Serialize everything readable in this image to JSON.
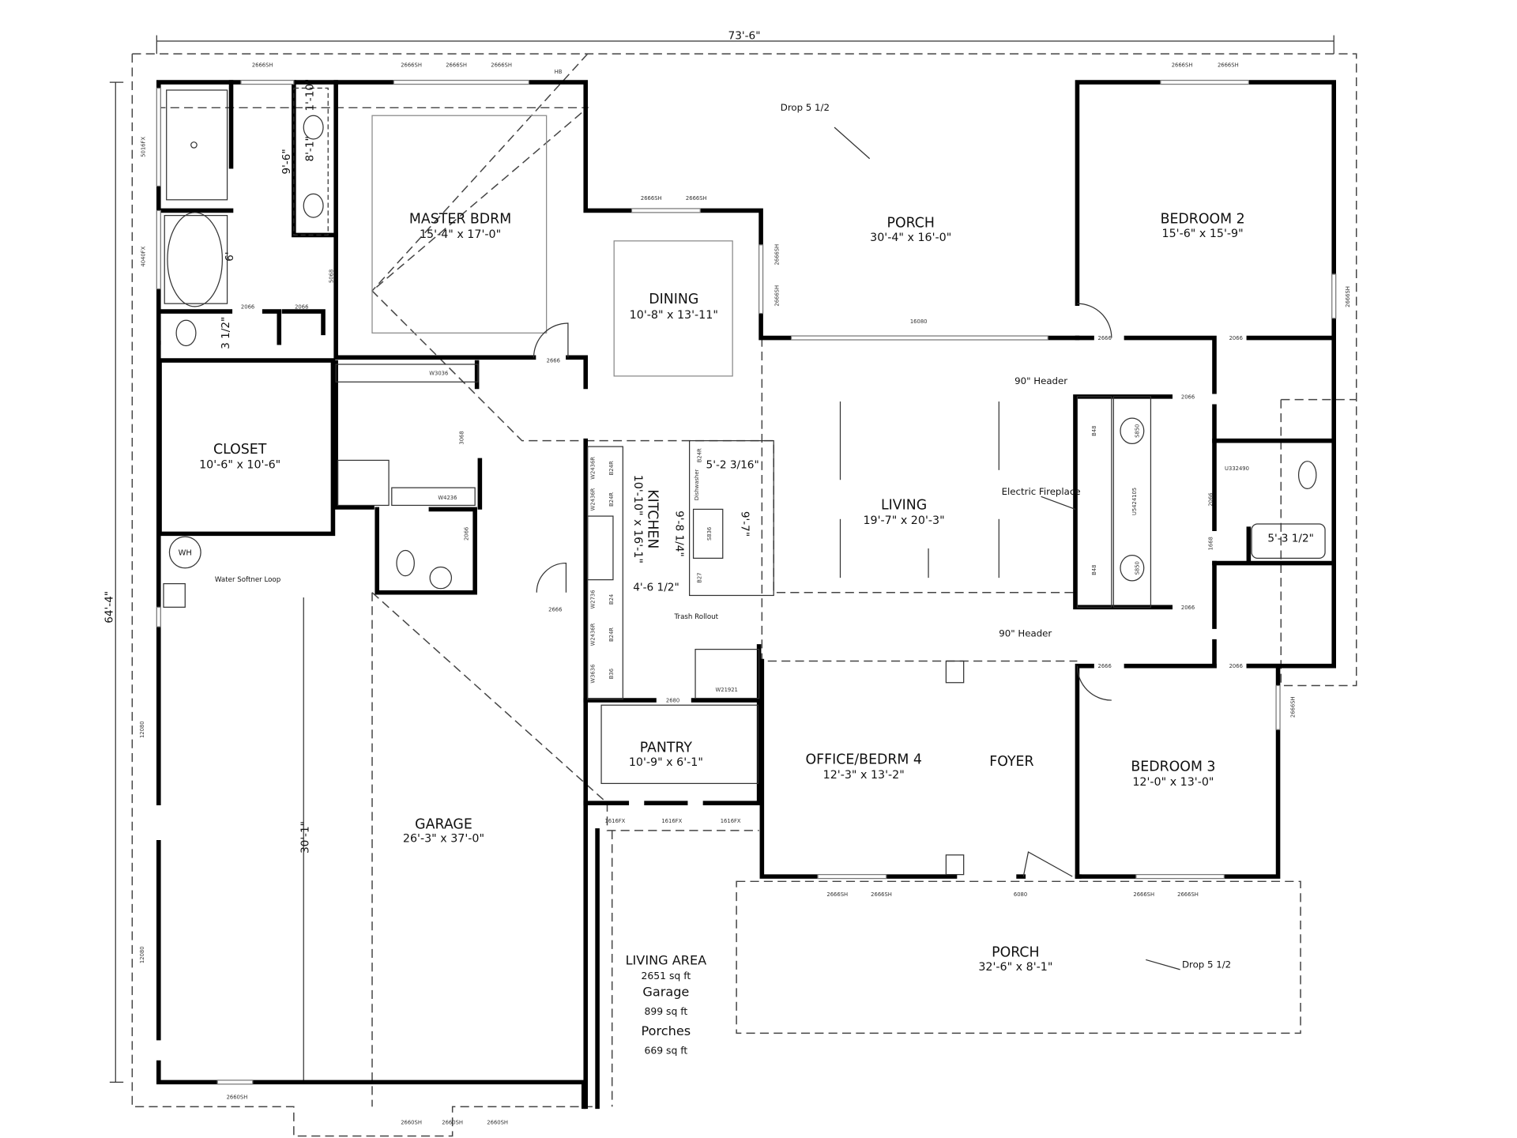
{
  "dimensions": {
    "overall_width": "73'-6\"",
    "overall_depth": "64'-4\"",
    "garage_depth": "30'-1\"",
    "vanity_sink_1": "1'-10\"",
    "vanity_sink_2": "8'-1\"",
    "vanity_total": "9'-6\"",
    "tub_length": "6'",
    "toilet_clearance": "3 1/2\"",
    "island_width": "5'-2 3/16\"",
    "island_length": "9'-8 1/4\"",
    "island_length_2": "9'-7\"",
    "kitchen_aisle": "4'-6 1/2\"",
    "hall_tub": "5'-3 1/2\""
  },
  "rooms": [
    {
      "name": "MASTER BDRM",
      "size": "15'-4\" x 17'-0\""
    },
    {
      "name": "PORCH",
      "size": "30'-4\" x 16'-0\""
    },
    {
      "name": "BEDROOM 2",
      "size": "15'-6\" x 15'-9\""
    },
    {
      "name": "DINING",
      "size": "10'-8\" x 13'-11\""
    },
    {
      "name": "CLOSET",
      "size": "10'-6\" x 10'-6\""
    },
    {
      "name": "KITCHEN",
      "size": "10'-10\" x 16'-1\""
    },
    {
      "name": "LIVING",
      "size": "19'-7\" x 20'-3\""
    },
    {
      "name": "PANTRY",
      "size": "10'-9\" x 6'-1\""
    },
    {
      "name": "OFFICE/BEDRM 4",
      "size": "12'-3\" x 13'-2\""
    },
    {
      "name": "FOYER"
    },
    {
      "name": "BEDROOM 3",
      "size": "12'-0\" x 13'-0\""
    },
    {
      "name": "GARAGE",
      "size": "26'-3\" x 37'-0\""
    },
    {
      "name": "PORCH",
      "size": "32'-6\" x 8'-1\""
    }
  ],
  "notes": {
    "drop_rear": "Drop 5 1/2",
    "drop_front": "Drop 5 1/2",
    "header_upper": "90\" Header",
    "header_lower": "90\" Header",
    "fireplace": "Electric Fireplace",
    "trash": "Trash Rollout",
    "softener": "Water Softner Loop",
    "water_heater": "WH",
    "dishwasher": "Dishwasher",
    "hose_bib": "HB"
  },
  "windows": {
    "bath_top": "2666SH",
    "master_1": "2666SH",
    "master_2": "2666SH",
    "master_3": "2666SH",
    "bed2_1": "2666SH",
    "bed2_2": "2666SH",
    "dining_1": "2666SH",
    "dining_2": "2666SH",
    "dining_side_1": "2666SH",
    "dining_side_2": "2666SH",
    "bed2_side": "2666SH",
    "bed3_side": "2666SH",
    "front_1": "2666SH",
    "front_2": "2666SH",
    "front_3": "2666SH",
    "front_4": "2666SH",
    "porch_slider": "16080",
    "front_door": "6080",
    "pantry_1": "1616FX",
    "pantry_2": "1616FX",
    "pantry_3": "1616FX",
    "garage_door_1": "12080",
    "garage_door_2": "12080",
    "garage_side": "2660SH",
    "garage_rear_1": "2660SH",
    "garage_rear_2": "2660SH",
    "garage_rear_3": "2660SH",
    "shower": "5016FX",
    "tub": "4040FX"
  },
  "doors": {
    "wc": "2066",
    "closet": "2066",
    "bath_entry": "5068",
    "master": "2666",
    "laundry": "3068",
    "half_bath": "2066",
    "garage_entry": "2666",
    "pantry": "2680",
    "bed2": "2666",
    "bed2_closet": "2066",
    "hall_bath_1": "2066",
    "hall_bath_2": "2066",
    "hall_bath_3": "2066",
    "bed3": "2666",
    "bed3_closet": "2066",
    "linen": "1668"
  },
  "cabinets": {
    "k1": "W2436R",
    "k2": "B24R",
    "k3": "W2436R",
    "k4": "B24R",
    "k5": "W2736",
    "k6": "B24",
    "k7": "W2436R",
    "k8": "B24R",
    "k9": "W3636",
    "k10": "B36",
    "k11": "B24R",
    "k12": "B27",
    "sink": "S836",
    "oven": "W21921",
    "laundry_upper": "W3036",
    "laundry_lower": "W4236",
    "vanity_1": "B48",
    "vanity_2": "B48",
    "vanity_3": "U5424105",
    "vanity_sink_1": "S850",
    "vanity_sink_2": "S850",
    "bath_cab": "U332490"
  },
  "summary": {
    "living_label": "LIVING AREA",
    "living_value": "2651 sq ft",
    "garage_label": "Garage",
    "garage_value": "899 sq ft",
    "porches_label": "Porches",
    "porches_value": "669 sq ft"
  }
}
